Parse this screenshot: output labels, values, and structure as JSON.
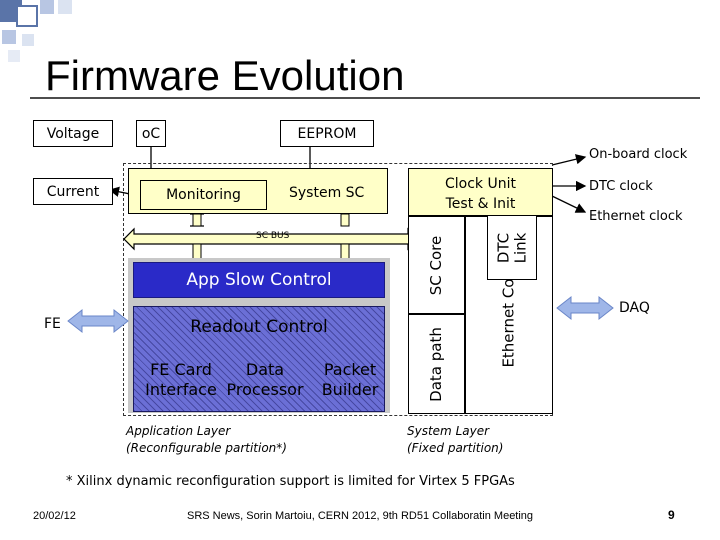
{
  "slide": {
    "title": "Firmware Evolution",
    "footer_date": "20/02/12",
    "footer_text": "SRS News, Sorin Martoiu, CERN 2012, 9th RD51 Collaboratin Meeting",
    "page_number": "9",
    "footnote": "* Xilinx dynamic reconfiguration support is limited for Virtex 5 FPGAs"
  },
  "diagram": {
    "voltage": "Voltage",
    "temperature": "oC",
    "eeprom": "EEPROM",
    "current": "Current",
    "monitoring": "Monitoring",
    "system_sc": "System SC",
    "clock_unit_line1": "Clock Unit",
    "clock_unit_line2": "Test & Init",
    "sc_bus": "SC BUS",
    "app_slow_control": "App Slow Control",
    "readout_control": "Readout Control",
    "fe_card_line1": "FE Card",
    "fe_card_line2": "Interface",
    "data_processor_line1": "Data",
    "data_processor_line2": "Processor",
    "packet_builder_line1": "Packet",
    "packet_builder_line2": "Builder",
    "sc_core": "SC Core",
    "data_path": "Data path",
    "dtc_link_line1": "DTC",
    "dtc_link_line2": "Link",
    "ethernet_core": "Ethernet Core",
    "fe": "FE",
    "daq": "DAQ",
    "onboard_clock": "On-board clock",
    "dtc_clock": "DTC clock",
    "ethernet_clock": "Ethernet clock",
    "app_layer_line1": "Application Layer",
    "app_layer_line2": "(Reconfigurable partition*)",
    "sys_layer_line1": "System Layer",
    "sys_layer_line2": "(Fixed partition)"
  }
}
